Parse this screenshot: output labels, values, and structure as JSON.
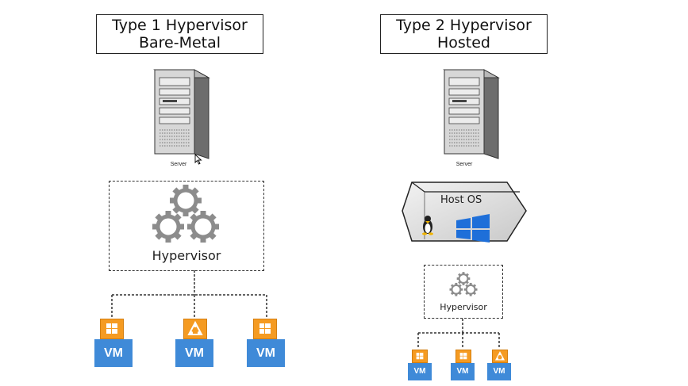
{
  "type1": {
    "title_line1": "Type 1 Hypervisor",
    "title_line2": "Bare-Metal",
    "server_label": "Server",
    "hypervisor_label": "Hypervisor",
    "vms": [
      {
        "label": "VM",
        "os_icon": "windows-icon"
      },
      {
        "label": "VM",
        "os_icon": "linux-icon"
      },
      {
        "label": "VM",
        "os_icon": "windows-icon"
      }
    ]
  },
  "type2": {
    "title_line1": "Type 2 Hypervisor",
    "title_line2": "Hosted",
    "server_label": "Server",
    "host_os_label": "Host OS",
    "hypervisor_label": "Hypervisor",
    "vms": [
      {
        "label": "VM",
        "os_icon": "windows-icon"
      },
      {
        "label": "VM",
        "os_icon": "windows-icon"
      },
      {
        "label": "VM",
        "os_icon": "linux-icon"
      }
    ]
  },
  "colors": {
    "vm_blue": "#3f8ad8",
    "os_tile_orange": "#f59b22",
    "gear_gray": "#8c8c8c",
    "windows_blue": "#1e6fd9"
  }
}
